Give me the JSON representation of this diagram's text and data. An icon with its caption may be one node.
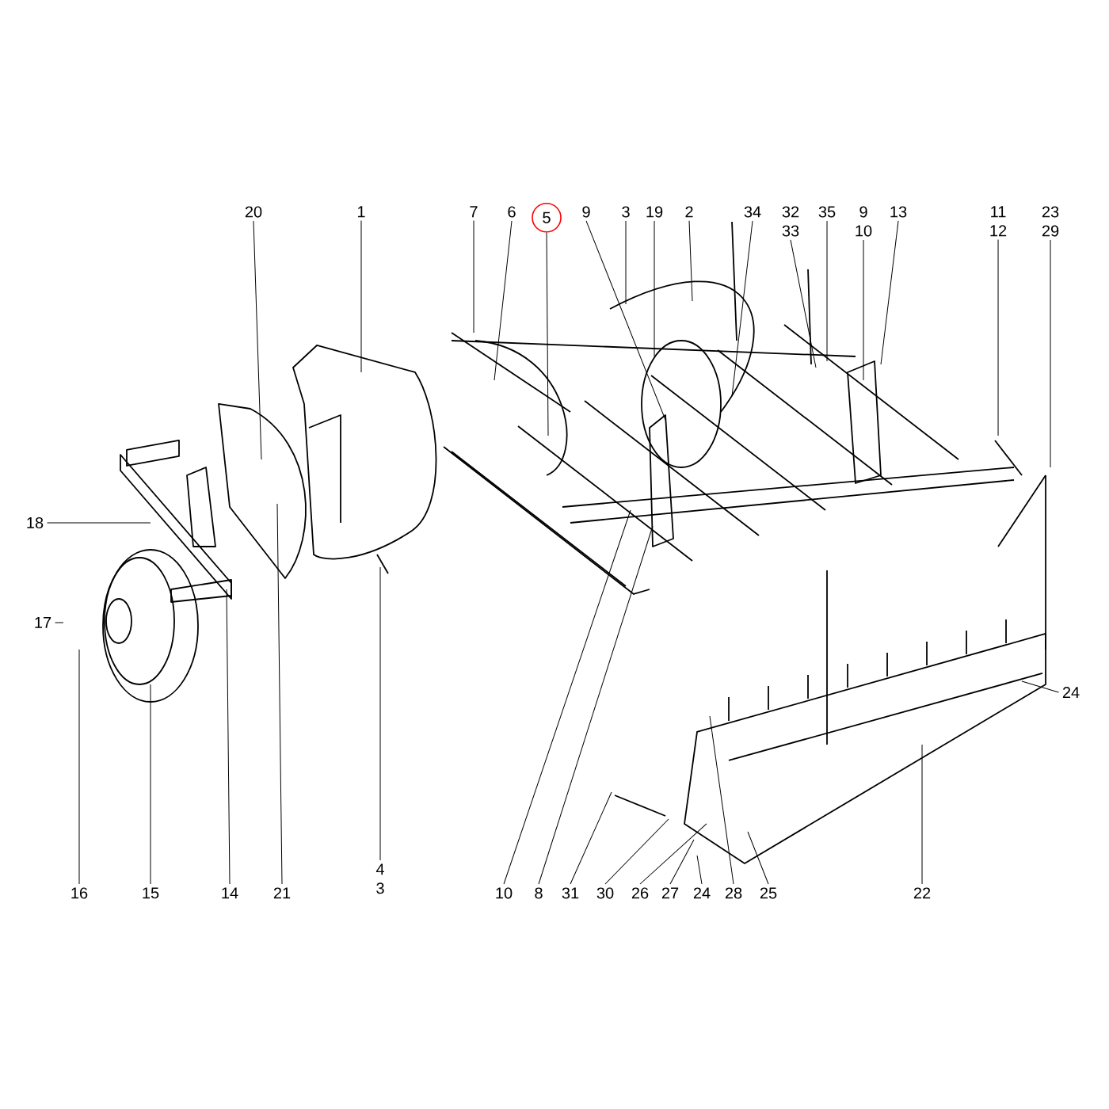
{
  "diagram": {
    "nodes": [
      {
        "text": [
          "20"
        ]
      },
      {
        "text": [
          "1"
        ]
      },
      {
        "text": [
          "7"
        ]
      },
      {
        "text": [
          "6"
        ]
      },
      {
        "text": [
          "5"
        ]
      },
      {
        "text": [
          "9"
        ]
      },
      {
        "text": [
          "3"
        ]
      },
      {
        "text": [
          "19"
        ]
      },
      {
        "text": [
          "2"
        ]
      },
      {
        "text": [
          "34"
        ]
      },
      {
        "text": [
          "32",
          "33"
        ]
      },
      {
        "text": [
          "35"
        ]
      },
      {
        "text": [
          "9",
          "10"
        ]
      },
      {
        "text": [
          "13"
        ]
      },
      {
        "text": [
          "11",
          "12"
        ]
      },
      {
        "text": [
          "23",
          "29"
        ]
      },
      {
        "text": [
          "18"
        ]
      },
      {
        "text": [
          "17"
        ]
      },
      {
        "text": [
          "24"
        ]
      },
      {
        "text": [
          "16"
        ]
      },
      {
        "text": [
          "15"
        ]
      },
      {
        "text": [
          "14"
        ]
      },
      {
        "text": [
          "21"
        ]
      },
      {
        "text": [
          "4",
          "3"
        ]
      },
      {
        "text": [
          "10"
        ]
      },
      {
        "text": [
          "8"
        ]
      },
      {
        "text": [
          "31"
        ]
      },
      {
        "text": [
          "30"
        ]
      },
      {
        "text": [
          "26"
        ]
      },
      {
        "text": [
          "27"
        ]
      },
      {
        "text": [
          "24"
        ]
      },
      {
        "text": [
          "28"
        ]
      },
      {
        "text": [
          "25"
        ]
      },
      {
        "text": [
          "22"
        ]
      }
    ],
    "edges": [
      {
        "from": 0,
        "to": null,
        "arrow": "none"
      },
      {
        "from": 1,
        "to": null,
        "arrow": "none"
      },
      {
        "from": 2,
        "to": null,
        "arrow": "none"
      },
      {
        "from": 3,
        "to": null,
        "arrow": "none"
      },
      {
        "from": 4,
        "to": null,
        "arrow": "none"
      },
      {
        "from": 5,
        "to": null,
        "arrow": "none"
      },
      {
        "from": 6,
        "to": null,
        "arrow": "none"
      },
      {
        "from": 7,
        "to": null,
        "arrow": "none"
      },
      {
        "from": 8,
        "to": null,
        "arrow": "none"
      },
      {
        "from": 9,
        "to": null,
        "arrow": "none"
      },
      {
        "from": 10,
        "to": null,
        "arrow": "none"
      },
      {
        "from": 11,
        "to": null,
        "arrow": "none"
      },
      {
        "from": 12,
        "to": null,
        "arrow": "none"
      },
      {
        "from": 13,
        "to": null,
        "arrow": "none"
      },
      {
        "from": 14,
        "to": null,
        "arrow": "none"
      },
      {
        "from": 15,
        "to": null,
        "arrow": "none"
      },
      {
        "from": 16,
        "to": null,
        "arrow": "none"
      },
      {
        "from": 17,
        "to": null,
        "arrow": "none"
      },
      {
        "from": 18,
        "to": null,
        "arrow": "none"
      },
      {
        "from": 19,
        "to": null,
        "arrow": "none"
      },
      {
        "from": 20,
        "to": null,
        "arrow": "none"
      },
      {
        "from": 21,
        "to": null,
        "arrow": "none"
      },
      {
        "from": 22,
        "to": null,
        "arrow": "none"
      },
      {
        "from": 23,
        "to": null,
        "arrow": "none"
      },
      {
        "from": 24,
        "to": null,
        "arrow": "none"
      },
      {
        "from": 25,
        "to": null,
        "arrow": "none"
      },
      {
        "from": 26,
        "to": null,
        "arrow": "none"
      },
      {
        "from": 27,
        "to": null,
        "arrow": "none"
      },
      {
        "from": 28,
        "to": null,
        "arrow": "none"
      },
      {
        "from": 29,
        "to": null,
        "arrow": "none"
      },
      {
        "from": 30,
        "to": null,
        "arrow": "none"
      },
      {
        "from": 31,
        "to": null,
        "arrow": "none"
      },
      {
        "from": 32,
        "to": null,
        "arrow": "none"
      },
      {
        "from": 33,
        "to": null,
        "arrow": "none"
      }
    ]
  }
}
